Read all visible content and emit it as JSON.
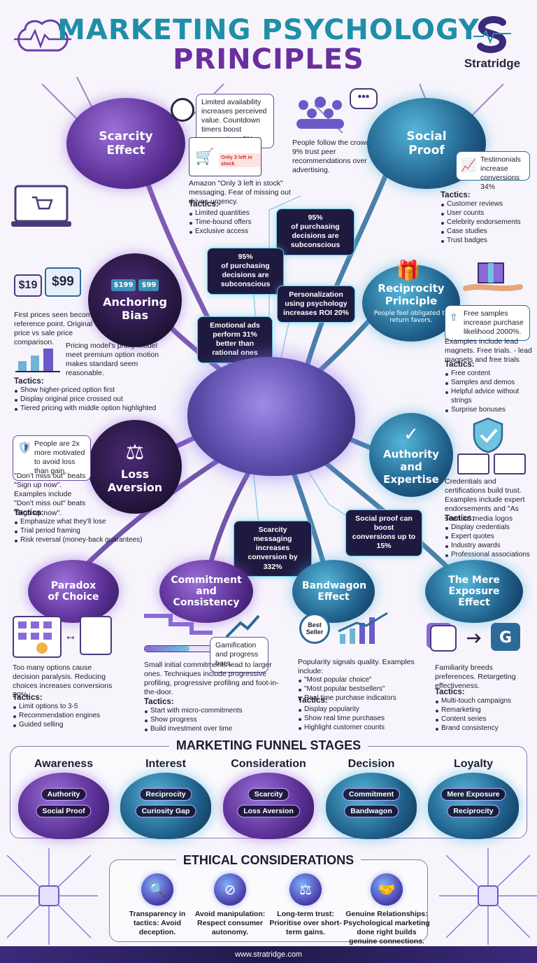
{
  "header": {
    "title_line1": "MARKETING PSYCHOLOGY",
    "title_line2": "PRINCIPLES",
    "brand": "Stratridge"
  },
  "center_stats": {
    "stat1": "95%\nof purchasing decisions are subconscious",
    "stat2": "95%\nof purchasing decisions are subconscious",
    "stat3": "Personalization using psychology increases ROI 20%",
    "stat4": "Emotional ads perform 31% better than rational ones",
    "stat5": "Scarcity messaging increases conversion by 332%",
    "stat6": "Social proof can boost conversions up to 15%"
  },
  "scarcity": {
    "name": "Scarcity Effect",
    "callout": "Limited availability increases perceived value. Countdown timers boost conversions 9%.",
    "badge": "Only 3 left in stock",
    "desc": "Amazon \"Only 3 left in stock\" messaging. Fear of missing out drives urgency.",
    "tactics_label": "Tactics:",
    "tactics": [
      "Limited quantities",
      "Time-bound offers",
      "Exclusive access"
    ]
  },
  "social": {
    "name": "Social Proof",
    "intro": "People follow the crowd. 9% trust peer recommendations over advertising.",
    "callout": "Testimonials increase conversions 34%",
    "tactics_label": "Tactics:",
    "tactics": [
      "Customer reviews",
      "User counts",
      "Celebrity endorsements",
      "Case studies",
      "Trust badges"
    ]
  },
  "anchoring": {
    "name": "Anchoring Bias",
    "tag1": "$199",
    "tag2": "$99",
    "price_old": "$19",
    "price_new": "$99",
    "desc1": "First prices seen becomes reference point. Original price vs sale price comparison.",
    "desc2": "Pricing model's proxy model meet premium option motion makes standard seem reasonable.",
    "tactics_label": "Tactics:",
    "tactics": [
      "Show higher-priced option first",
      "Display original price crossed out",
      "Tiered pricing with middle option highlighted"
    ]
  },
  "reciprocity": {
    "name": "Reciprocity Principle",
    "sub": "People feel obligated to return favors.",
    "callout": "Free samples increase purchase likelihood 2000%.",
    "desc": "Examples include lead magnets. Free trials. - lead magnets and free trials",
    "tactics_label": "Tactics:",
    "tactics": [
      "Free content",
      "Samples and demos",
      "Helpful advice without strings",
      "Surprise bonuses"
    ]
  },
  "loss": {
    "name": "Loss Aversion",
    "callout": "People are 2x more motivated to avoid loss than gain.",
    "desc": "\"Don't miss out\" beats \"Sign up now\". Examples include \"Don't miss out\" beats \"Sign up now\".",
    "tactics_label": "Tactics:",
    "tactics": [
      "Emphasize what they'll lose",
      "Trial period framing",
      "Risk reversal (money-back guarantees)"
    ]
  },
  "authority": {
    "name": "Authority and Expertise",
    "desc": "Credentials and certifications build trust. Examples include expert endorsements and \"As seen in\" media logos",
    "tactics_label": "Tactics:",
    "tactics": [
      "Display credentials",
      "Expert quotes",
      "Industry awards",
      "Professional associations"
    ]
  },
  "paradox": {
    "name": "Paradox of Choice",
    "desc": "Too many options cause decision paralysis. Reducing choices increases conversions 20%.",
    "tactics_label": "Tactics:",
    "tactics": [
      "Limit options to 3-5",
      "Recommendation engines",
      "Guided selling"
    ]
  },
  "commitment": {
    "name": "Commitment and Consistency",
    "callout": "Gamification and progress bars.",
    "desc": "Small initial commitments lead to larger ones. Techniques include progressive profiling, progressive profiling and foot-in-the-door.",
    "tactics_label": "Tactics:",
    "tactics": [
      "Start with micro-commitments",
      "Show progress",
      "Build investment over time"
    ]
  },
  "bandwagon": {
    "name": "Bandwagon Effect",
    "badge": "Best Seller",
    "desc": "Popularity signals quality. Examples include:",
    "examples": [
      "\"Most popular choice\"",
      "\"Most popular bestsellers\"",
      "Real time purchase indicators"
    ],
    "tactics_label": "Tactics:",
    "tactics": [
      "Display popularity",
      "Show real time purchases",
      "Highlight customer counts"
    ]
  },
  "mere": {
    "name": "The Mere Exposure Effect",
    "desc": "Familiarity breeds preferences. Retargeting effectiveness.",
    "tactics_label": "Tactics:",
    "tactics": [
      "Multi-touch campaigns",
      "Remarketing",
      "Content series",
      "Brand consistency"
    ]
  },
  "funnel": {
    "title": "MARKETING FUNNEL STAGES",
    "stages": [
      {
        "name": "Awareness",
        "p1": "Authority",
        "p2": "Social Proof"
      },
      {
        "name": "Interest",
        "p1": "Reciprocity",
        "p2": "Curiosity Gap"
      },
      {
        "name": "Consideration",
        "p1": "Scarcity",
        "p2": "Loss Aversion"
      },
      {
        "name": "Decision",
        "p1": "Commitment",
        "p2": "Bandwagon"
      },
      {
        "name": "Loyalty",
        "p1": "Mere Exposure",
        "p2": "Reciprocity"
      }
    ]
  },
  "ethics": {
    "title": "ETHICAL CONSIDERATIONS",
    "items": [
      {
        "text": "Transparency in tactics: Avoid deception."
      },
      {
        "text": "Avoid manipulation: Respect consumer autonomy."
      },
      {
        "text": "Long-term trust: Prioritise over short-term gains."
      },
      {
        "text": "Genuine Relationships: Psychological marketing done right builds genuine connections."
      }
    ]
  },
  "footer": {
    "url": "www.stratridge.com"
  },
  "colors": {
    "purple": "#6a2f9e",
    "teal": "#1f8fa8",
    "dark": "#1e1a3f"
  }
}
